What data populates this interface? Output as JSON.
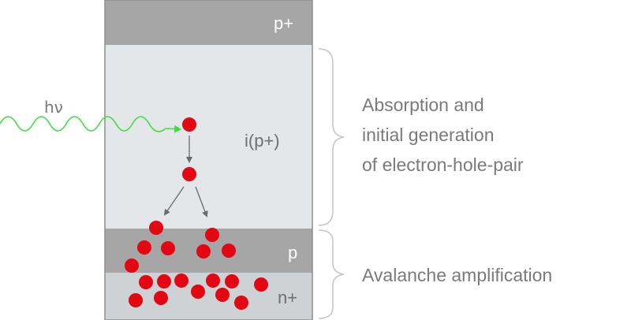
{
  "layers": {
    "top": "p+",
    "intrinsic": "i(p+)",
    "multiplication": "p",
    "bottom": "n+"
  },
  "photon_label": "hν",
  "annotations": {
    "absorption": [
      "Absorption and",
      "initial generation",
      "of electron-hole-pair"
    ],
    "avalanche": "Avalanche amplification"
  },
  "colors": {
    "layer_dark": "#a6a6a6",
    "layer_light": "#e3e7ea",
    "layer_bottom": "#cfd2d4",
    "electron": "#e30613",
    "photon": "#3fdc3f",
    "arrow": "#6a6a6a",
    "brace": "#c4c8cb"
  }
}
